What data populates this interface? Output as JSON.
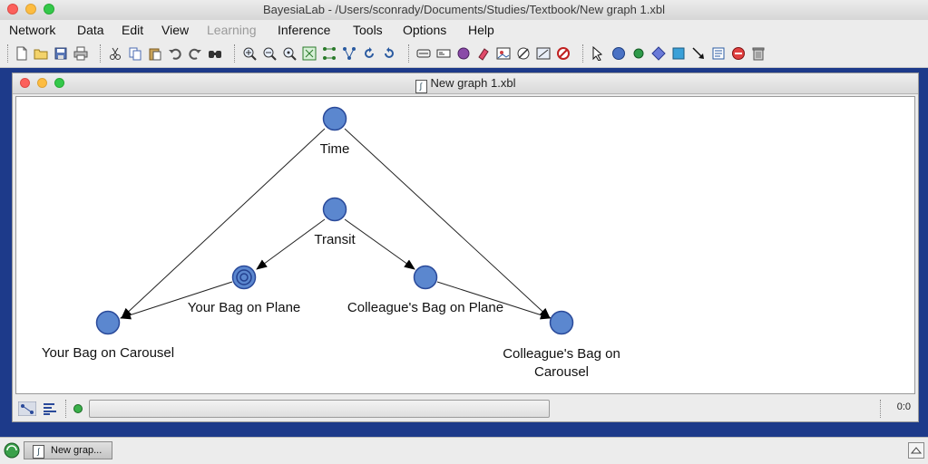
{
  "window": {
    "title": "BayesiaLab - /Users/sconrady/Documents/Studies/Textbook/New graph 1.xbl"
  },
  "menu": {
    "items": [
      {
        "label": "Network",
        "enabled": true
      },
      {
        "label": "Data",
        "enabled": true
      },
      {
        "label": "Edit",
        "enabled": true
      },
      {
        "label": "View",
        "enabled": true
      },
      {
        "label": "Learning",
        "enabled": false
      },
      {
        "label": "Inference",
        "enabled": true
      },
      {
        "label": "Tools",
        "enabled": true
      },
      {
        "label": "Options",
        "enabled": true
      },
      {
        "label": "Help",
        "enabled": true
      }
    ]
  },
  "toolbar": {
    "icons": [
      "new-icon",
      "open-icon",
      "save-icon",
      "print-icon",
      "cut-icon",
      "copy-icon",
      "paste-icon",
      "undo-icon",
      "redo-icon",
      "find-icon",
      "zoom-in-icon",
      "zoom-out-icon",
      "zoom-default-icon",
      "fit-icon",
      "layout-icon",
      "layout-alt-icon",
      "rotate-left-icon",
      "rotate-right-icon",
      "display-monitor-icon",
      "display-arc-icon",
      "node-color-icon",
      "eraser-icon",
      "image-icon",
      "hide-icon",
      "comment-icon",
      "delete-filter-icon",
      "select-pointer-icon",
      "node-tool-icon",
      "constraint-node-icon",
      "decision-node-icon",
      "utility-node-icon",
      "arc-tool-icon",
      "note-tool-icon",
      "stop-icon",
      "trash-icon"
    ]
  },
  "graph_window": {
    "title": "New graph 1.xbl",
    "nodes": [
      {
        "id": "time",
        "label": "Time"
      },
      {
        "id": "transit",
        "label": "Transit"
      },
      {
        "id": "your-plane",
        "label": "Your Bag on Plane"
      },
      {
        "id": "colleague-plane",
        "label": "Colleague's Bag on Plane"
      },
      {
        "id": "your-carousel",
        "label": "Your Bag on Carousel"
      },
      {
        "id": "colleague-carousel",
        "label": "Colleague's Bag on Carousel",
        "label_lines": [
          "Colleague's Bag on",
          "Carousel"
        ]
      }
    ],
    "arcs": [
      {
        "from": "time",
        "to": "your-carousel"
      },
      {
        "from": "time",
        "to": "colleague-carousel"
      },
      {
        "from": "transit",
        "to": "your-plane"
      },
      {
        "from": "transit",
        "to": "colleague-plane"
      },
      {
        "from": "your-plane",
        "to": "your-carousel"
      },
      {
        "from": "colleague-plane",
        "to": "colleague-carousel"
      }
    ],
    "node_color": "#5b87cf",
    "status_coord": "0:0"
  },
  "taskbar": {
    "task_label": "New grap..."
  }
}
